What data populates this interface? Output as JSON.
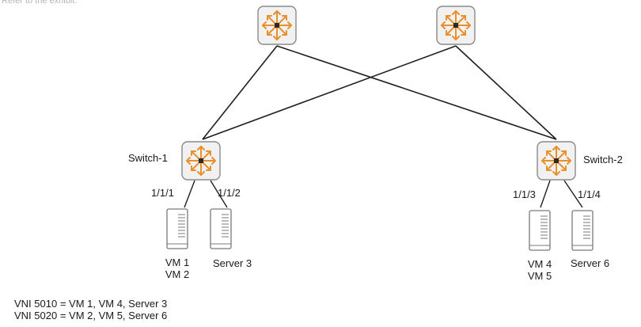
{
  "header_text": "Refer to the exhibit.",
  "devices": {
    "spine1": {
      "icon": "router-switch-icon"
    },
    "spine2": {
      "icon": "router-switch-icon"
    },
    "switch1": {
      "label": "Switch-1",
      "icon": "router-switch-icon"
    },
    "switch2": {
      "label": "Switch-2",
      "icon": "router-switch-icon"
    }
  },
  "ports": {
    "p111": "1/1/1",
    "p112": "1/1/2",
    "p113": "1/1/3",
    "p114": "1/1/4"
  },
  "endpoints": {
    "a": {
      "line1": "VM 1",
      "line2": "VM 2"
    },
    "b": {
      "line1": "Server 3"
    },
    "c": {
      "line1": "VM 4",
      "line2": "VM 5"
    },
    "d": {
      "line1": "Server 6"
    }
  },
  "legend": [
    "VNI 5010 = VM 1, VM 4, Server 3",
    "VNI 5020 = VM 2, VM 5, Server 6"
  ],
  "colors": {
    "icon_orange": "#e8902b",
    "icon_border": "#8a8a8a",
    "icon_fill": "#f1f1f1",
    "line": "#1f1f1f"
  }
}
